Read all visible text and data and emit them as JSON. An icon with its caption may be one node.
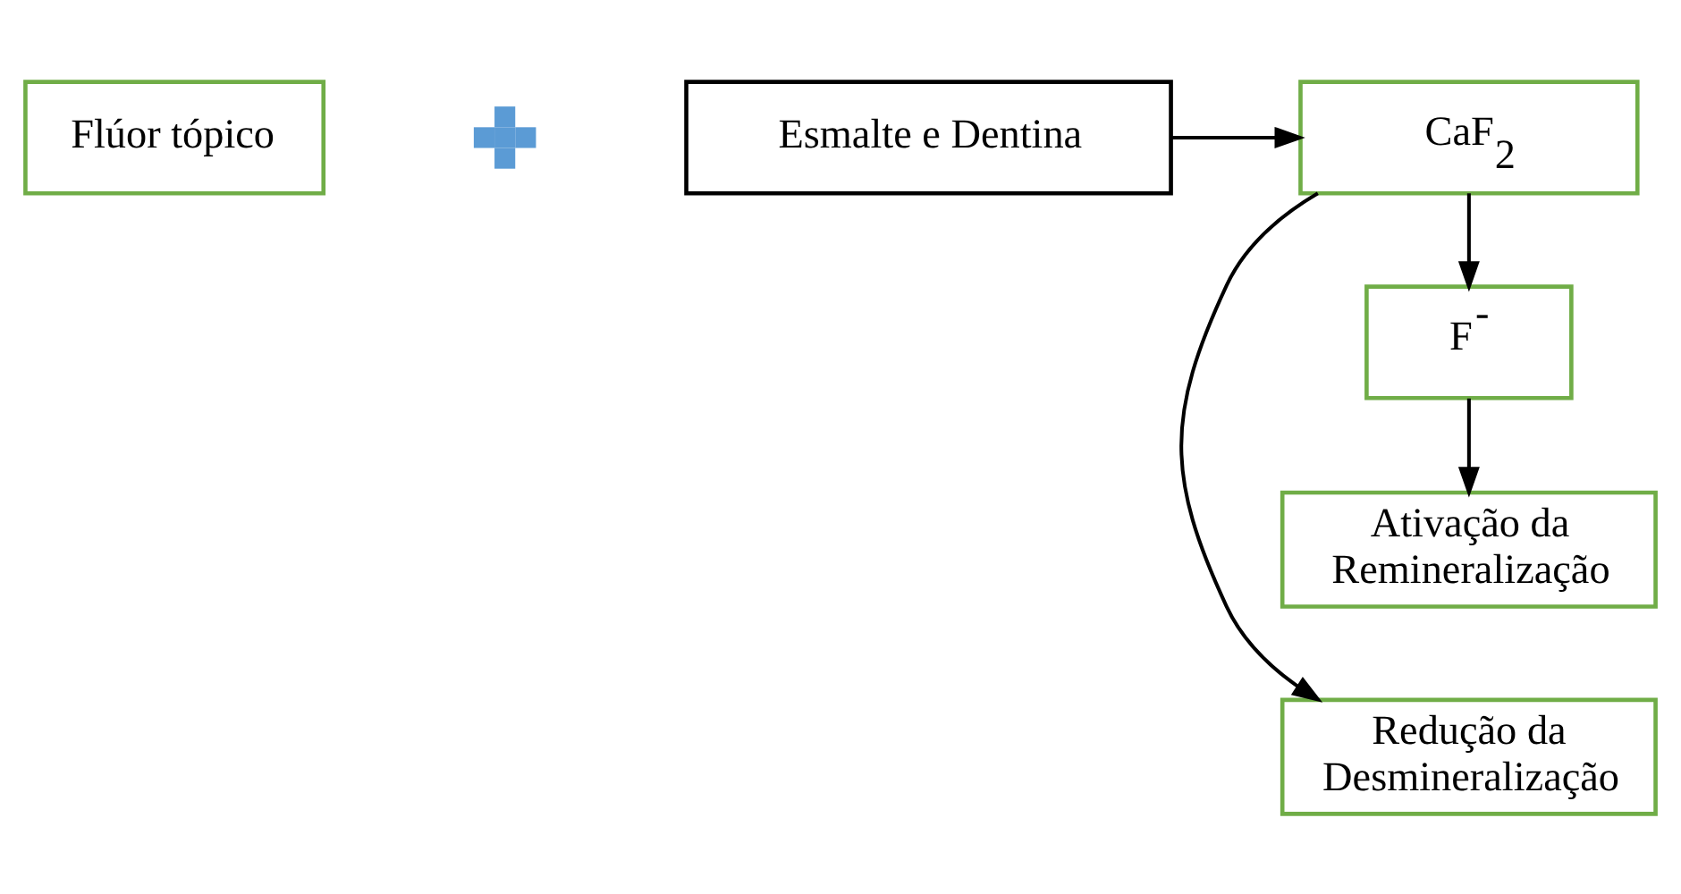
{
  "diagram": {
    "nodes": [
      {
        "text": [
          "Redução da Desmineralização"
        ]
      },
      {
        "text": [
          "Flúor tópico"
        ]
      },
      {
        "text": [],
        "shape": "plus"
      },
      {
        "text": [
          "Esmalte e Dentina"
        ]
      },
      {
        "text": [
          "CaF$_{2}$"
        ]
      },
      {
        "text": [
          "F$^{-}$"
        ]
      },
      {
        "text": [
          "Ativação da Remineralização"
        ]
      }
    ],
    "edges": [
      {
        "from": 3,
        "to": 4,
        "arrow": "to"
      },
      {
        "from": 4,
        "to": 0,
        "arrow": "to"
      },
      {
        "from": 4,
        "to": 5,
        "arrow": "to"
      },
      {
        "from": 5,
        "to": 6,
        "arrow": "to"
      }
    ]
  }
}
